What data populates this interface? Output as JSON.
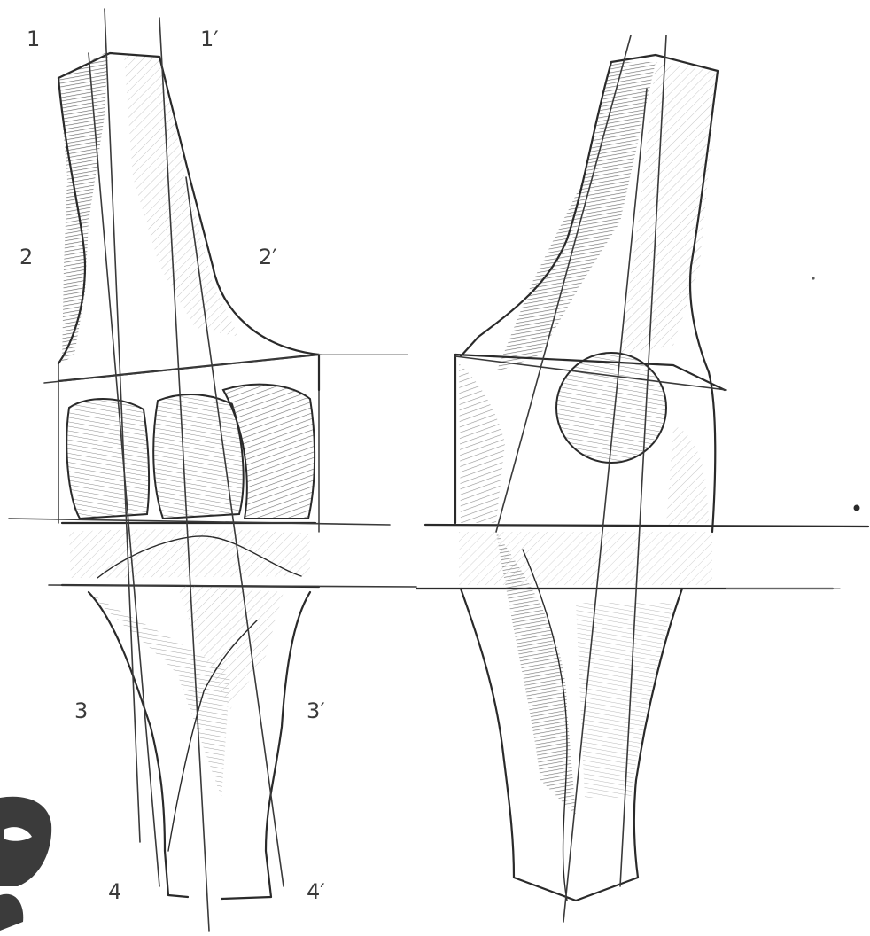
{
  "labels": {
    "l1": "1",
    "l1p": "1′",
    "l2": "2",
    "l2p": "2′",
    "l3": "3",
    "l3p": "3′",
    "l4": "4",
    "l4p": "4′"
  },
  "colors": {
    "ink": "#2a2a2a",
    "hatch": "#9a9a9a",
    "paper": "#ffffff"
  }
}
